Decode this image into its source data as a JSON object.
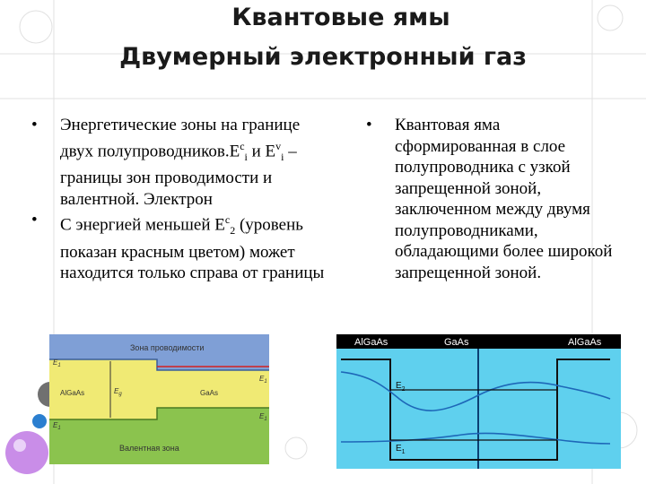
{
  "title": {
    "line1": "Квантовые ямы",
    "line2": "Двумерный электронный газ"
  },
  "left_bullets": [
    {
      "bullet": "•",
      "parts": [
        "Энергетические зоны на границе двух полупроводников.E",
        "c",
        "i",
        " и E",
        "v",
        "i",
        " – границы зон проводимости и валентной. Электрон"
      ]
    },
    {
      "bullet": "•",
      "parts": [
        "С энергией меньшей E",
        "c",
        "2",
        " (уровень показан красным цветом) может находится только справа от границы"
      ]
    }
  ],
  "right_bullets": [
    {
      "bullet": "•",
      "text": "Квантовая яма сформированная в слое полупроводника с узкой запрещенной зоной, заключенном между двумя полупроводниками, обладающими более широкой запрещенной зоной."
    }
  ],
  "left_diagram": {
    "top_label": "Зона проводимости",
    "bottom_label": "Валентная зона",
    "left_material": "AlGaAs",
    "right_material": "GaAs",
    "gap_label": "E",
    "gap_sub": "g",
    "e1_left": "E",
    "e1_left_sub": "1",
    "e2_left": "E",
    "e2_left_sub": "1",
    "e1_right": "E",
    "e1_right_sub": "1",
    "e2_right": "E",
    "e2_right_sub": "1",
    "colors": {
      "top_band": "#7f9fd6",
      "gap": "#f0ea74",
      "bottom_band": "#8bc34e",
      "level": "#d42020"
    }
  },
  "right_diagram": {
    "label_left": "AlGaAs",
    "label_center": "GaAs",
    "label_right": "AlGaAs",
    "level_upper": "E",
    "level_upper_sub": "2",
    "level_lower": "E",
    "level_lower_sub": "1",
    "colors": {
      "background": "#5fd0ee",
      "header": "#000000",
      "lines": "#111111",
      "curve": "#1d67b8"
    }
  }
}
